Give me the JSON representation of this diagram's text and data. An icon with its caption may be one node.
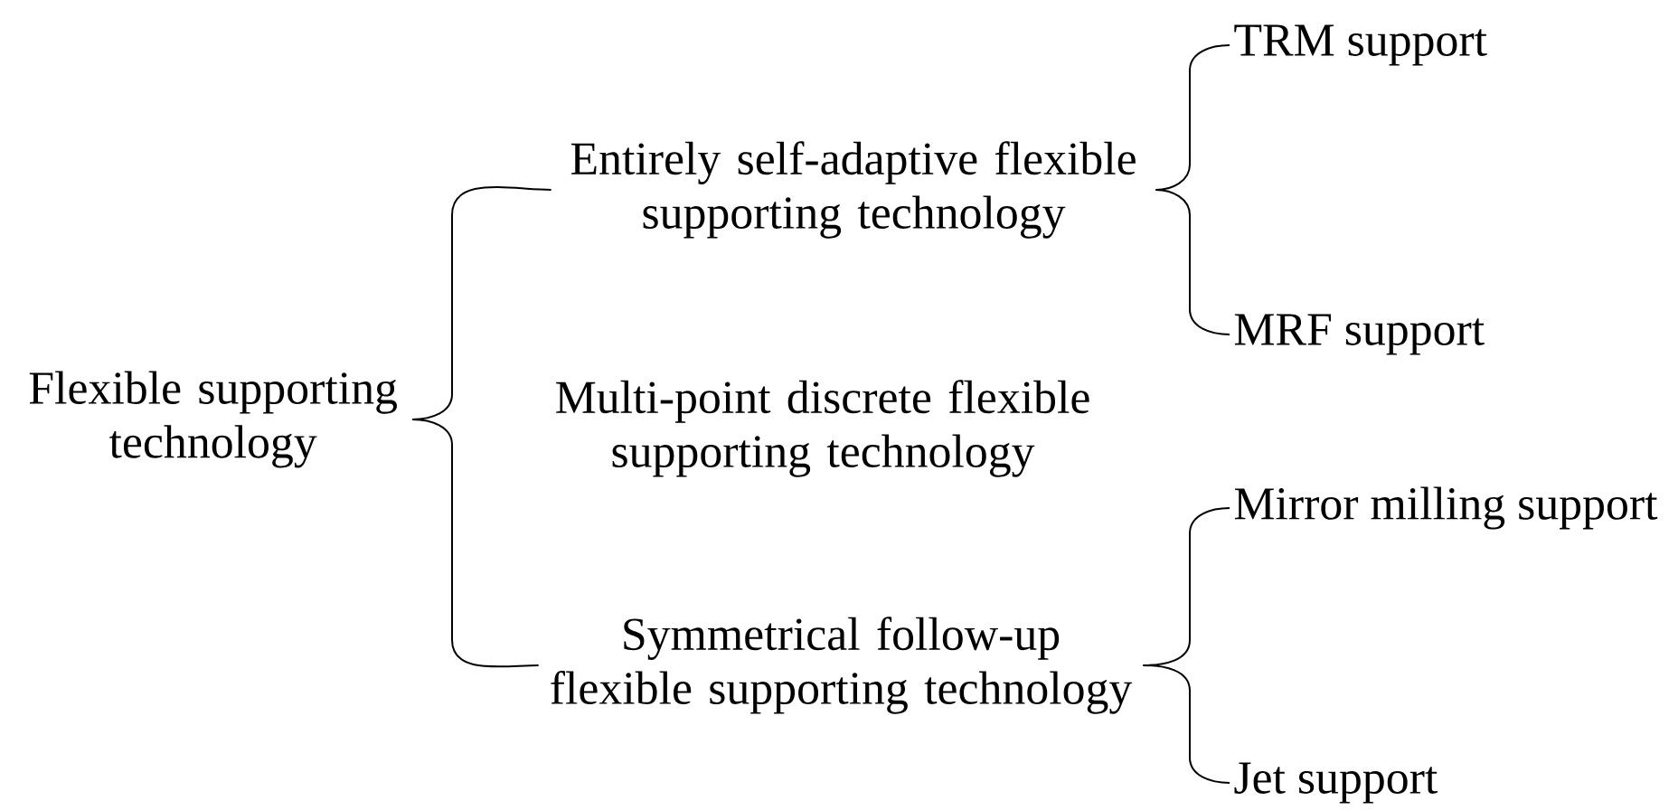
{
  "diagram": {
    "nodes": [
      {
        "text": [
          "Flexible supporting technology"
        ]
      },
      {
        "text": [
          "Entirely self-adaptive flexible supporting technology"
        ]
      },
      {
        "text": [
          "Multi-point discrete flexible supporting technology"
        ]
      },
      {
        "text": [
          "Symmetrical follow-up flexible supporting technology"
        ]
      },
      {
        "text": [
          "TRM support"
        ]
      },
      {
        "text": [
          "MRF support"
        ]
      },
      {
        "text": [
          "Mirror milling support"
        ]
      },
      {
        "text": [
          "Jet support"
        ]
      }
    ],
    "edges": [
      {
        "from": 0,
        "to": 1,
        "arrow": "none"
      },
      {
        "from": 0,
        "to": 3,
        "arrow": "none"
      },
      {
        "from": 1,
        "to": 4,
        "arrow": "none"
      },
      {
        "from": 1,
        "to": 5,
        "arrow": "none"
      },
      {
        "from": 3,
        "to": 6,
        "arrow": "none"
      },
      {
        "from": 3,
        "to": 7,
        "arrow": "none"
      }
    ]
  }
}
